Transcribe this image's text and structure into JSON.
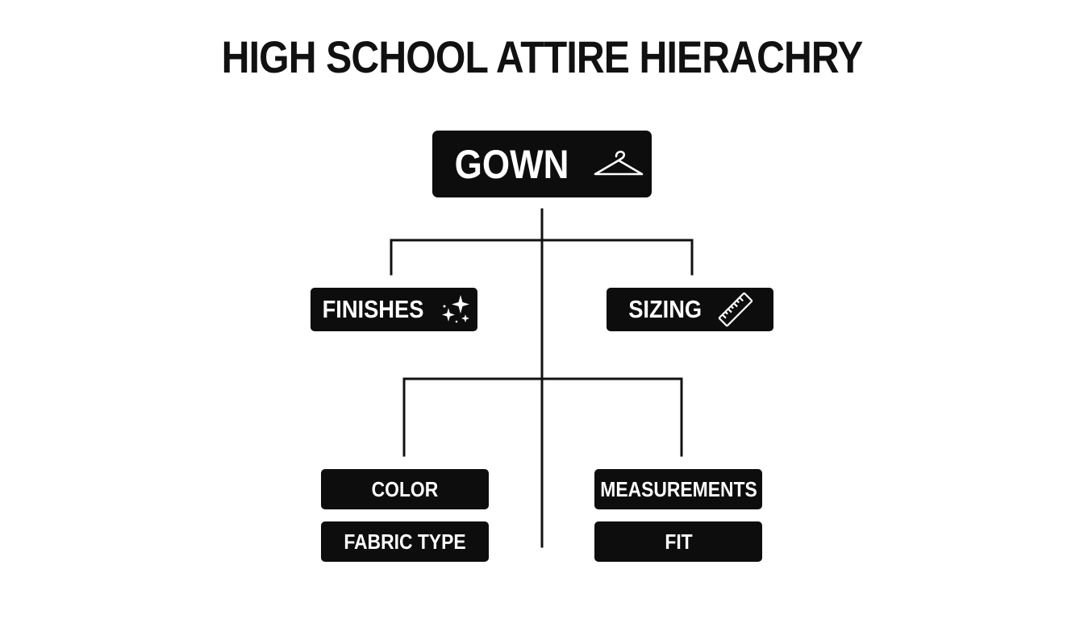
{
  "title": "HIGH SCHOOL ATTIRE HIERACHRY",
  "root": {
    "label": "GOWN",
    "icon": "hanger-icon"
  },
  "branches": [
    {
      "label": "FINISHES",
      "icon": "sparkles-icon",
      "children": [
        "COLOR",
        "FABRIC TYPE"
      ]
    },
    {
      "label": "SIZING",
      "icon": "ruler-icon",
      "children": [
        "MEASUREMENTS",
        "FIT"
      ]
    }
  ],
  "colors": {
    "node_fill": "#0d0d0d",
    "node_text": "#ffffff",
    "line": "#111111",
    "background": "#ffffff"
  }
}
